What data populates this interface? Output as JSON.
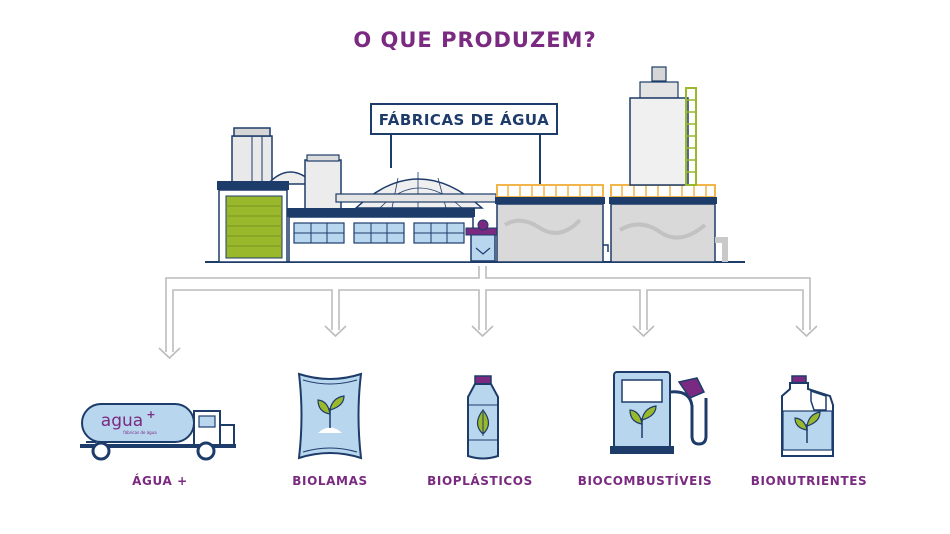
{
  "title": "O QUE PRODUZEM?",
  "factory": {
    "sign_label": "FÁBRICAS DE ÁGUA"
  },
  "truck": {
    "tank_brand": "agua",
    "tank_superscript": "+",
    "tank_subtext": "fábricas de água"
  },
  "products": [
    {
      "name": "água-plus-truck-icon",
      "label": "ÁGUA +"
    },
    {
      "name": "biolamas-sack-icon",
      "label": "BIOLAMAS"
    },
    {
      "name": "bioplasticos-bottle-icon",
      "label": "BIOPLÁSTICOS"
    },
    {
      "name": "biocombustiveis-pump-icon",
      "label": "BIOCOMBUSTÍVEIS"
    },
    {
      "name": "bionutrientes-jug-icon",
      "label": "BIONUTRIENTES"
    }
  ],
  "colors": {
    "title": "#7a2a80",
    "outline": "#1d3c6a",
    "light_blue": "#b9d6ef",
    "green": "#9ab82b",
    "gray": "#d3d3d3",
    "orange_rail": "#f1b54a",
    "purple": "#7a2a80",
    "pipe": "#c9c9c9"
  }
}
